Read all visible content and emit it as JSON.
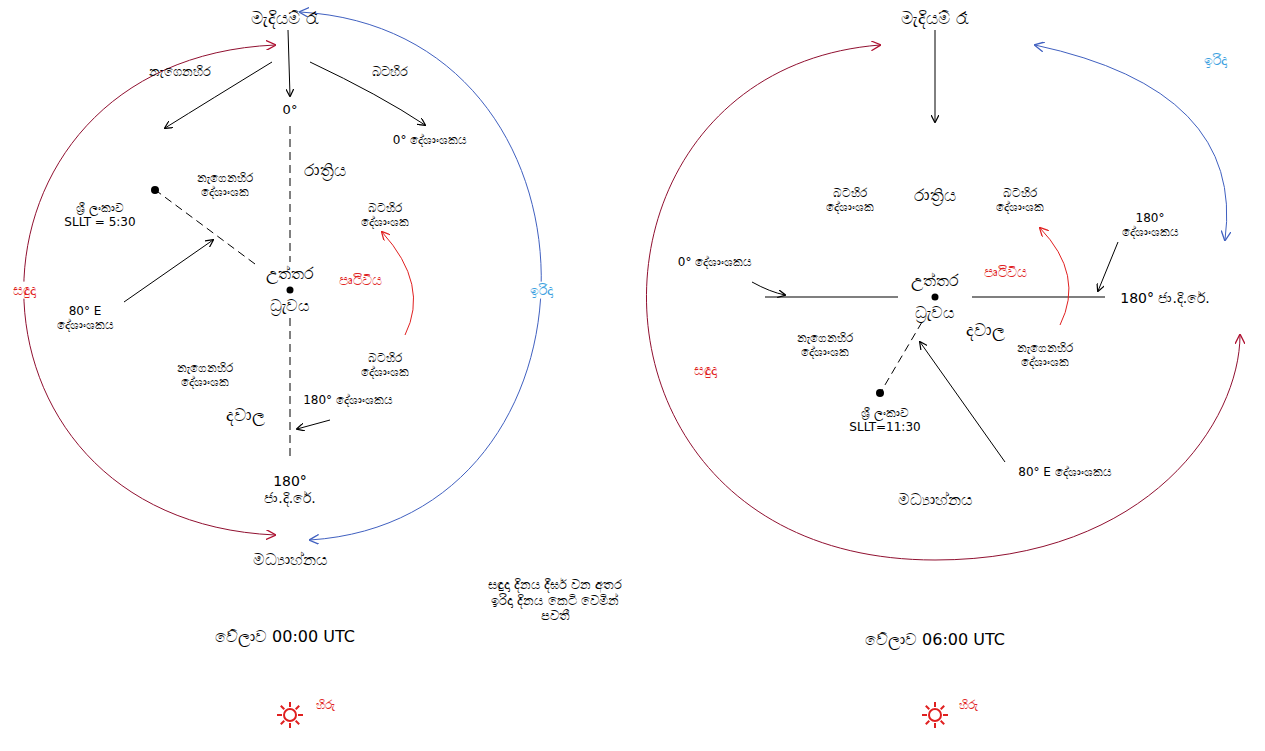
{
  "diagram": {
    "nodes": [
      {
        "text": [
          "රාත්‍රිය",
          "උත්තර ධ්‍රැවය",
          "පෘථිවිය",
          "දවාල"
        ]
      },
      {
        "text": [
          "රාත්‍රිය",
          "උත්තර ධ්‍රැවය",
          "පෘථිවිය",
          "දවාල"
        ]
      }
    ],
    "labels": [
      "මැදියම් රෑ",
      "0°",
      "නැගෙනහිර",
      "බටහිර",
      "නැගෙනහිර දේශාංශක",
      "0° දේශාංශකය",
      "ශ්‍රී ලංකාව SLLT = 5:30",
      "බටහිර දේශාංශක",
      "80° E දේශාංශකය",
      "නැගෙනහිර දේශාංශක",
      "බටහිර දේශාංශක",
      "180° දේශාංශකය",
      "180° ජා.දි.රේ.",
      "සඳුදා",
      "ඉරිදා",
      "මධ්‍යාහ්නය",
      "වේලාව 00:00 UTC",
      "හිරු",
      "සඳුදා දිනය දීර්ඝ වන අතර ඉරිදා දිනය කෙටි වෙමින් පවතී",
      "මැදියම් රෑ",
      "බටහිර දේශාංශක",
      "බටහිර දේශාංශක",
      "ඉරිදා",
      "180° දේශාංශකය",
      "0° දේශාංශකය",
      "180° ජා.දි.රේ.",
      "නැගෙනහිර දේශාංශක",
      "නැගෙනහිර දේශාංශක",
      "සඳුදා",
      "ශ්‍රී ලංකාව SLLT=11:30",
      "80° E දේශාංශකය",
      "මධ්‍යාහ්නය",
      "වේලාව 06:00 UTC",
      "හිරු"
    ]
  }
}
